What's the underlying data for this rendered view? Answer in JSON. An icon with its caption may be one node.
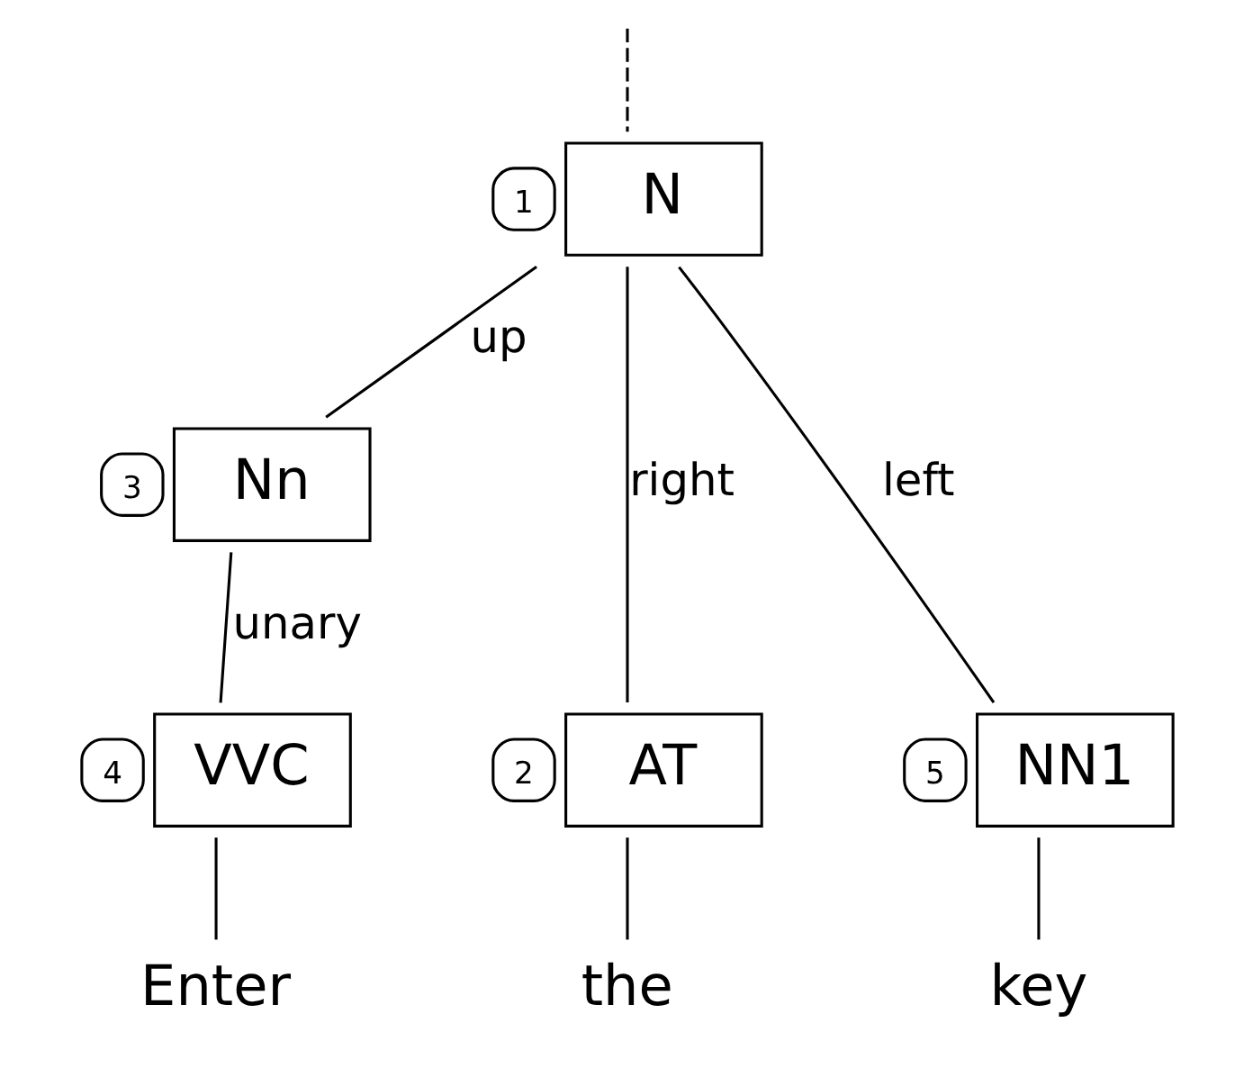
{
  "diagram": {
    "nodes": [
      {
        "text": [
          "N"
        ],
        "beside": [
          "1"
        ]
      },
      {
        "text": [
          "Nn"
        ],
        "beside": [
          "3"
        ]
      },
      {
        "text": [
          "AT"
        ],
        "beside": [
          "2"
        ]
      },
      {
        "text": [
          "VVC"
        ],
        "beside": [
          "4"
        ]
      },
      {
        "text": [
          "NN1"
        ],
        "beside": [
          "5"
        ]
      },
      {
        "text": [
          "the"
        ]
      },
      {
        "text": [
          "Enter"
        ]
      },
      {
        "text": [
          "key"
        ]
      }
    ],
    "edges": [
      {
        "from": null,
        "to": 0,
        "arrow": "none",
        "style": "dashed"
      },
      {
        "from": 0,
        "to": 2,
        "arrow": "none",
        "label": "right"
      },
      {
        "from": 0,
        "to": 1,
        "arrow": "none",
        "label": "up"
      },
      {
        "from": 0,
        "to": 4,
        "arrow": "none",
        "label": "left"
      },
      {
        "from": 1,
        "to": 3,
        "arrow": "none",
        "label": "unary"
      },
      {
        "from": 2,
        "to": 5,
        "arrow": "none"
      },
      {
        "from": 3,
        "to": 6,
        "arrow": "none"
      },
      {
        "from": 4,
        "to": 7,
        "arrow": "none"
      }
    ]
  }
}
